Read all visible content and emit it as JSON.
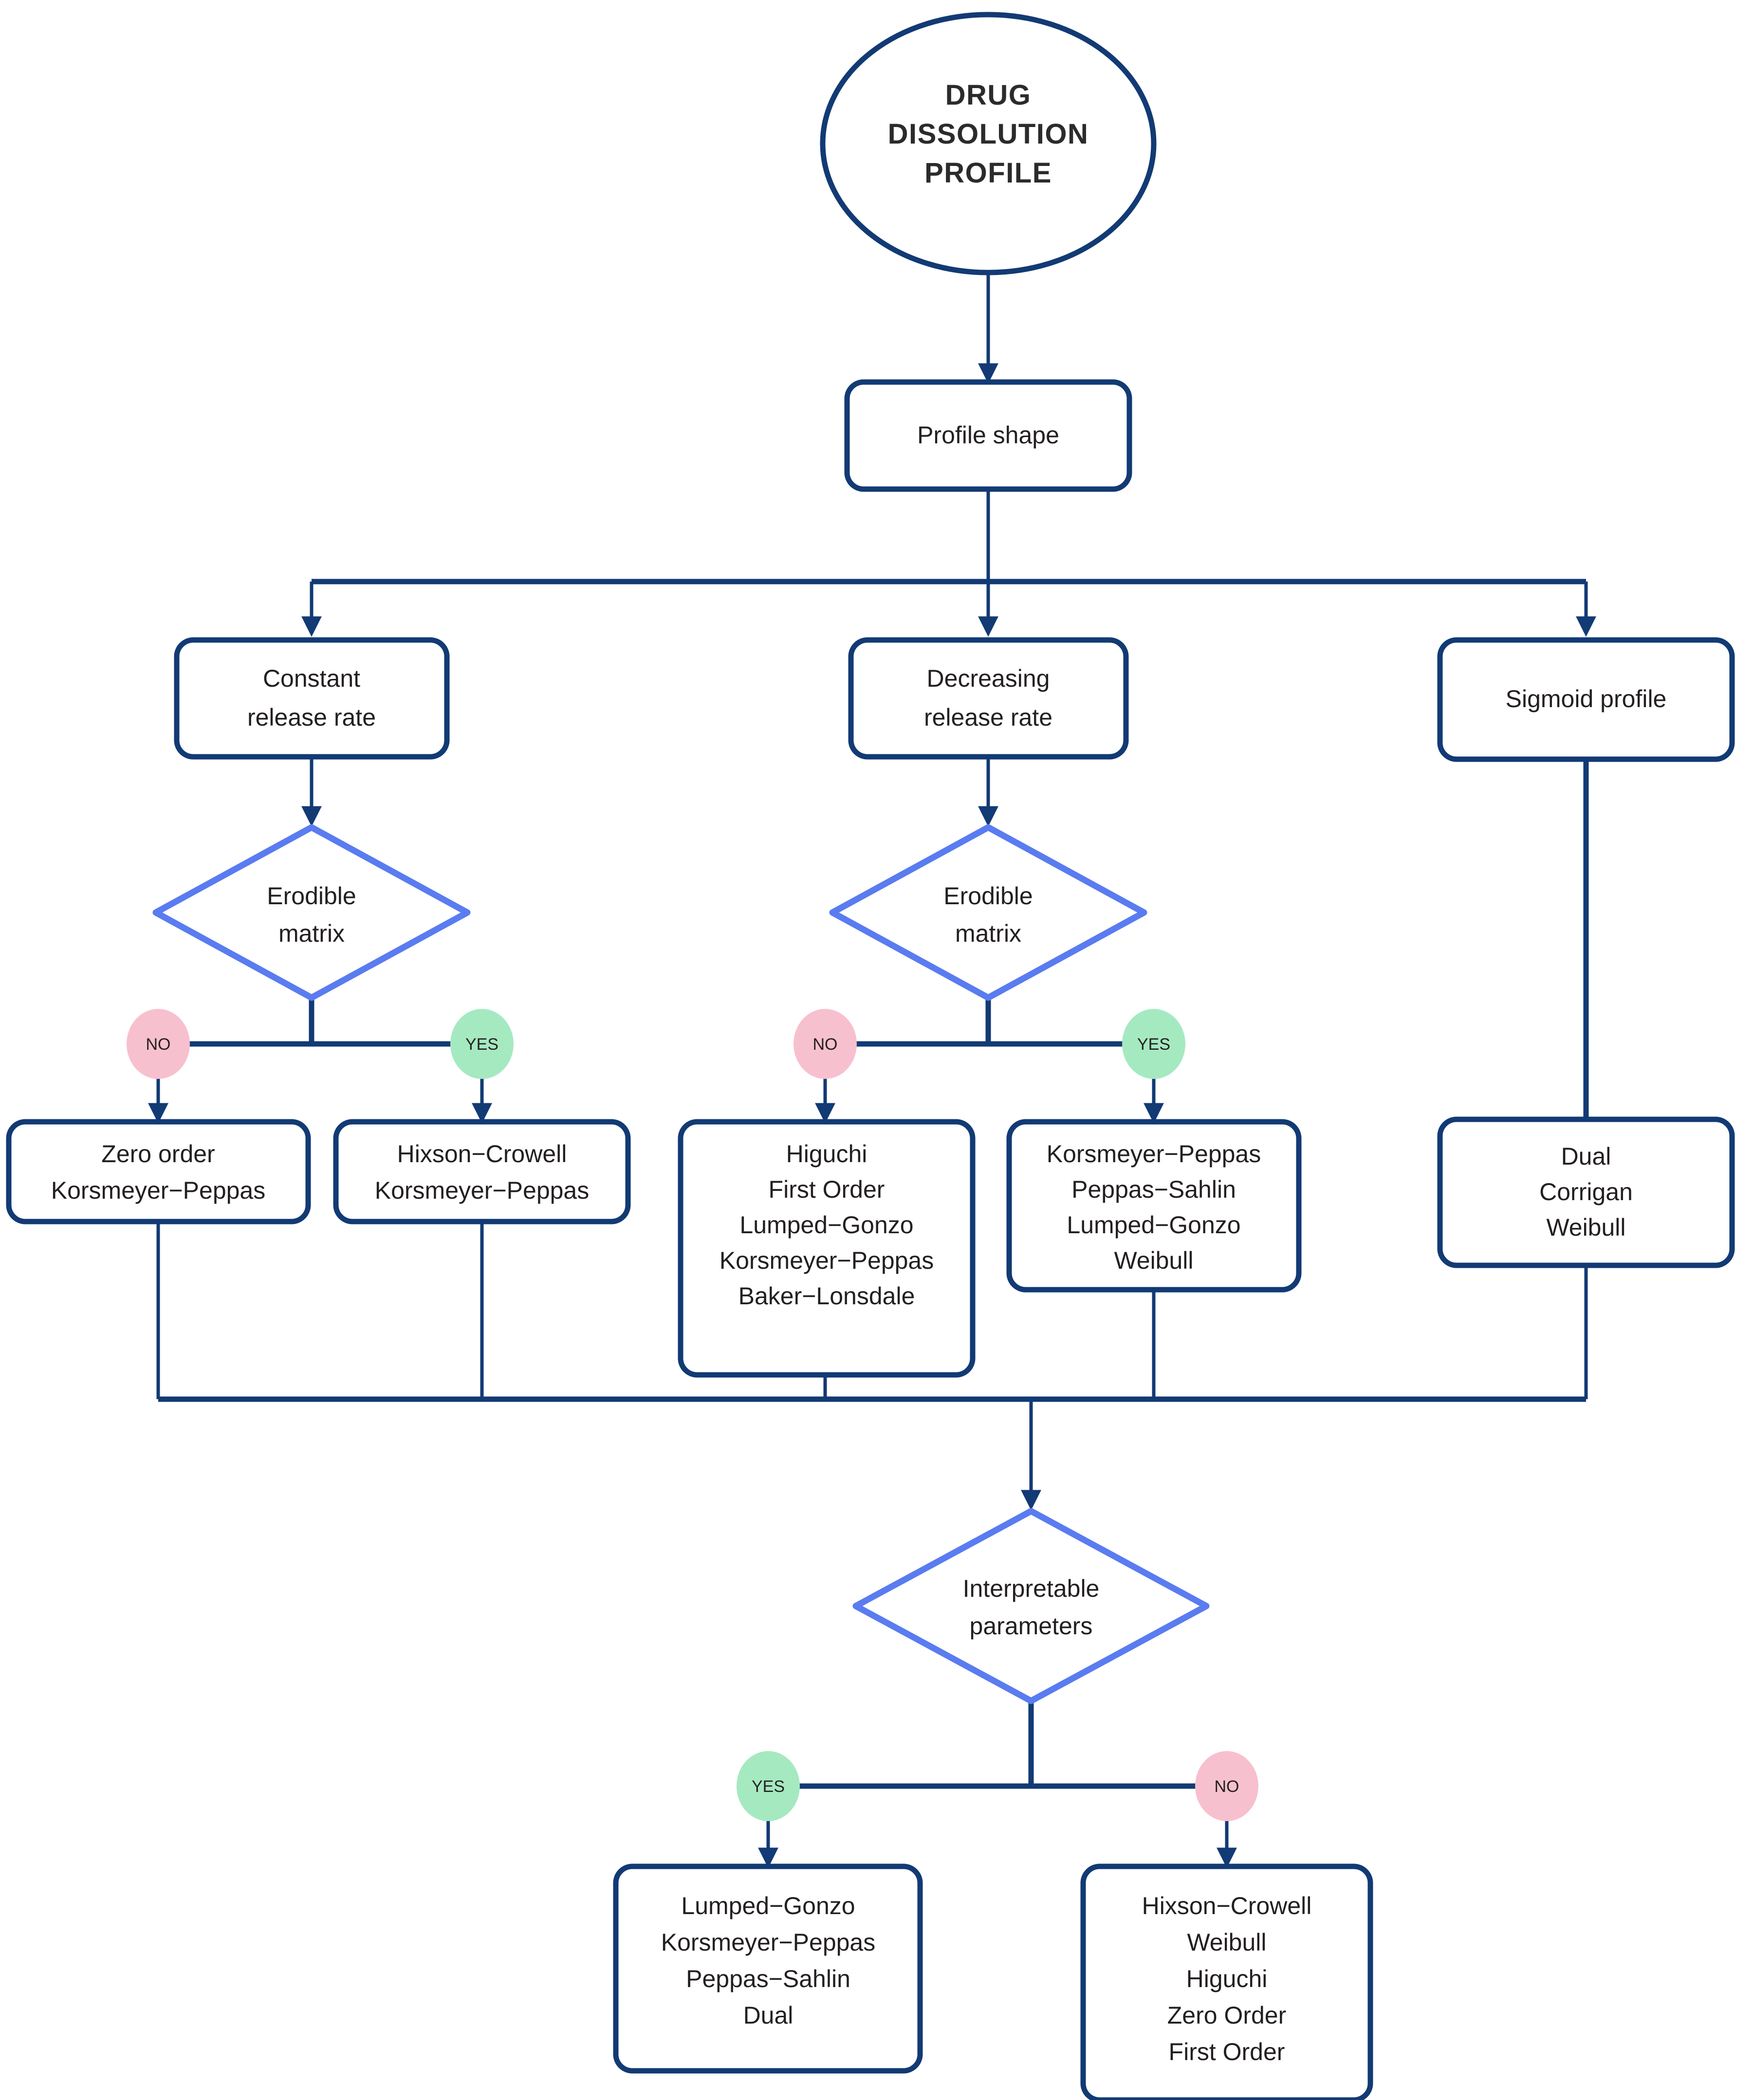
{
  "diagram": {
    "title": "Drug dissolution profile model selection flowchart",
    "colors": {
      "process_border": "#123a74",
      "decision_border": "#5a7cf0",
      "yes_badge": "#a5e9c1",
      "no_badge": "#f7c0cf",
      "text": "#231f20",
      "background": "#ffffff"
    }
  },
  "start": {
    "lines": [
      "DRUG",
      "DISSOLUTION",
      "PROFILE"
    ]
  },
  "root_decision": {
    "label": "Profile shape"
  },
  "branches": [
    {
      "id": "constant",
      "lines": [
        "Constant",
        "release rate"
      ]
    },
    {
      "id": "decreasing",
      "lines": [
        "Decreasing",
        "release rate"
      ]
    },
    {
      "id": "sigmoid",
      "lines": [
        "Sigmoid profile"
      ]
    }
  ],
  "decisions": {
    "erodible_left": {
      "lines": [
        "Erodible",
        "matrix"
      ]
    },
    "erodible_mid": {
      "lines": [
        "Erodible",
        "matrix"
      ]
    },
    "interpretable": {
      "lines": [
        "Interpretable",
        "parameters"
      ]
    }
  },
  "badges": {
    "left_no": "NO",
    "left_yes": "YES",
    "mid_no": "NO",
    "mid_yes": "YES",
    "bottom_yes": "YES",
    "bottom_no": "NO"
  },
  "outcomes": {
    "constant_no": {
      "models": [
        "Zero order",
        "Korsmeyer−Peppas"
      ]
    },
    "constant_yes": {
      "models": [
        "Hixson−Crowell",
        "Korsmeyer−Peppas"
      ]
    },
    "decreasing_no": {
      "models": [
        "Higuchi",
        "First Order",
        "Lumped−Gonzo",
        "Korsmeyer−Peppas",
        "Baker−Lonsdale"
      ]
    },
    "decreasing_yes": {
      "models": [
        "Korsmeyer−Peppas",
        "Peppas−Sahlin",
        "Lumped−Gonzo",
        "Weibull"
      ]
    },
    "sigmoid_out": {
      "models": [
        "Dual",
        "Corrigan",
        "Weibull"
      ]
    },
    "interpretable_yes": {
      "models": [
        "Lumped−Gonzo",
        "Korsmeyer−Peppas",
        "Peppas−Sahlin",
        "Dual"
      ]
    },
    "interpretable_no": {
      "models": [
        "Hixson−Crowell",
        "Weibull",
        "Higuchi",
        "Zero Order",
        "First Order"
      ]
    }
  }
}
